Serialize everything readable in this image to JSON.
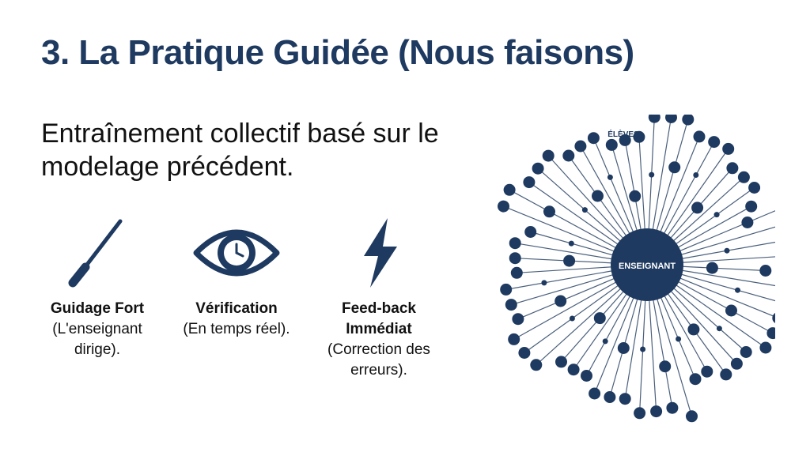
{
  "title": "3. La Pratique Guidée (Nous faisons)",
  "subtitle": "Entraînement collectif basé sur le modelage précédent.",
  "features": [
    {
      "icon": "pointer-stick-icon",
      "name": "Guidage Fort",
      "desc": "(L'enseignant dirige)."
    },
    {
      "icon": "eye-clock-icon",
      "name": "Vérification",
      "desc": "(En temps réel)."
    },
    {
      "icon": "lightning-bolt-icon",
      "name": "Feed-back Immédiat",
      "desc": "(Correction des erreurs)."
    }
  ],
  "diagram": {
    "center_label": "ENSEIGNANT",
    "students_label": "ÉLÈVES",
    "colors": {
      "primary": "#1f3a60",
      "line": "#4a5f7c"
    }
  }
}
